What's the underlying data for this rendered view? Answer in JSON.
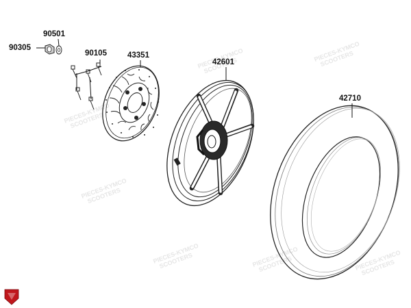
{
  "diagram": {
    "part_numbers": {
      "nut": "90305",
      "washer": "90501",
      "bolts": "90105",
      "brake_disc": "43351",
      "rim": "42601",
      "tire": "42710"
    },
    "watermark": {
      "line1": "PIECES-KYMCO",
      "line2": "SCOOTERS"
    },
    "logo_color": "#c0171c"
  }
}
